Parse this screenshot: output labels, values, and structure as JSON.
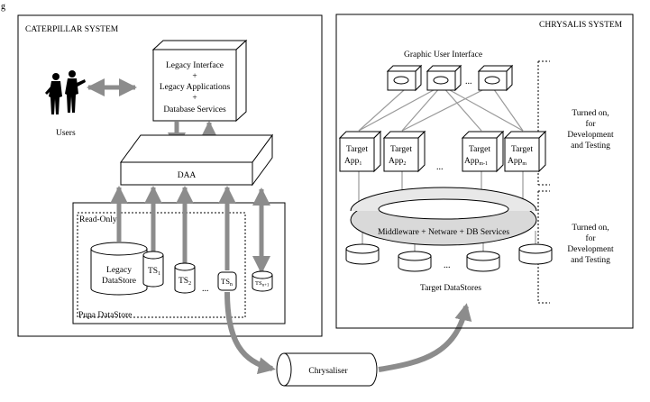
{
  "figure_label": "g",
  "caterpillar": {
    "title": "CATERPILLAR  SYSTEM",
    "users_label": "Users",
    "legacy_box": {
      "line1": "Legacy Interface",
      "plus1": "+",
      "line2": "Legacy Applications",
      "plus2": "+",
      "line3": "Database Services"
    },
    "daa_label": "DAA",
    "read_only_label": "Read-Only",
    "pupa_label": "Pupa DataStore",
    "legacy_datastore": {
      "line1": "Legacy",
      "line2": "DataStore"
    },
    "ts1": {
      "base": "TS",
      "sub": "1"
    },
    "ts2": {
      "base": "TS",
      "sub": "2"
    },
    "tsn": {
      "base": "TS",
      "sub": "n"
    },
    "tsn1": {
      "base": "TS",
      "sub": "n+1"
    },
    "ellipsis": "..."
  },
  "chrysalis": {
    "title": "CHRYSALIS SYSTEM",
    "gui_label": "Graphic User Interface",
    "gui_ellipsis": "...",
    "target_apps": [
      {
        "line1": "Target",
        "base": "App",
        "sub": "1"
      },
      {
        "line1": "Target",
        "base": "App",
        "sub": "2"
      },
      {
        "line1": "Target",
        "base": "App",
        "sub": "m-1"
      },
      {
        "line1": "Target",
        "base": "App",
        "sub": "m"
      }
    ],
    "apps_ellipsis": "...",
    "middleware_label": "Middleware + Netware + DB Services",
    "stores_ellipsis": "...",
    "target_datastores_label": "Target DataStores",
    "note_top": {
      "line1": "Turned on,",
      "line2": "for",
      "line3": "Development",
      "line4": "and Testing"
    },
    "note_bottom": {
      "line1": "Turned on,",
      "line2": "for",
      "line3": "Development",
      "line4": "and Testing"
    }
  },
  "chrysaliser_label": "Chrysaliser",
  "colors": {
    "arrow_gray": "#8c8c8c",
    "line_gray": "#9a9a9a",
    "ring_fill": "#d9d9d9",
    "stroke": "#000000"
  }
}
